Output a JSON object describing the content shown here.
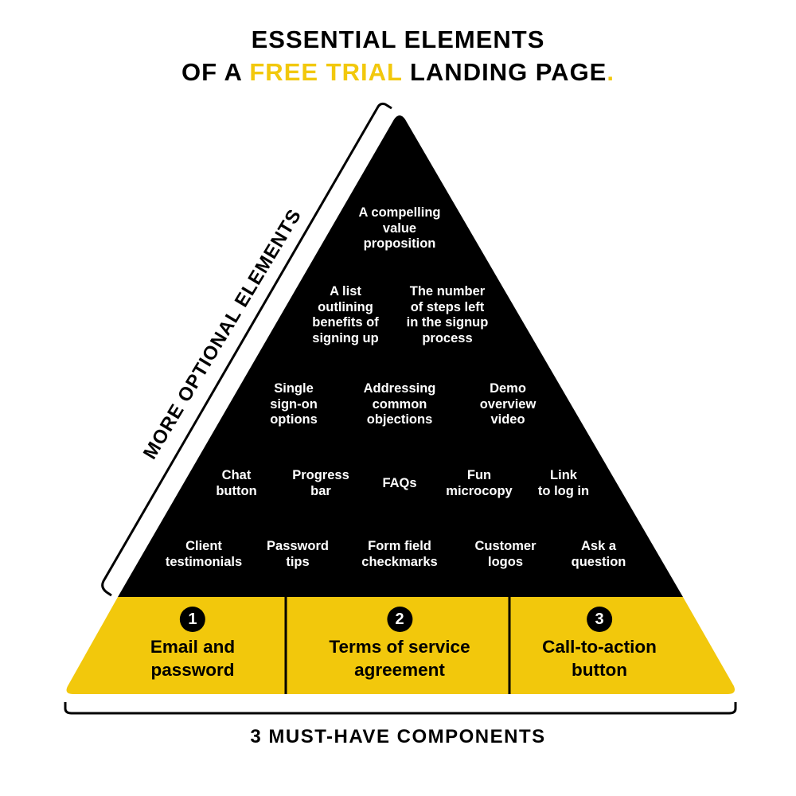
{
  "title": {
    "line1": "ESSENTIAL ELEMENTS",
    "line2_pre": "OF A ",
    "line2_highlight": "FREE TRIAL",
    "line2_post": " LANDING PAGE",
    "line2_dot": "."
  },
  "colors": {
    "accent": "#f2c80c",
    "pyramid": "#000000"
  },
  "side_label": "MORE OPTIONAL ELEMENTS",
  "optional": [
    [
      "A compelling",
      "value",
      "proposition"
    ],
    [
      "A list",
      "outlining",
      "benefits of",
      "signing up"
    ],
    [
      "The number",
      "of steps left",
      "in the signup",
      "process"
    ],
    [
      "Single",
      "sign-on",
      "options"
    ],
    [
      "Addressing",
      "common",
      "objections"
    ],
    [
      "Demo",
      "overview",
      "video"
    ],
    [
      "Chat",
      "button"
    ],
    [
      "Progress",
      "bar"
    ],
    [
      "FAQs"
    ],
    [
      "Fun",
      "microcopy"
    ],
    [
      "Link",
      "to log in"
    ],
    [
      "Client",
      "testimonials"
    ],
    [
      "Password",
      "tips"
    ],
    [
      "Form field",
      "checkmarks"
    ],
    [
      "Customer",
      "logos"
    ],
    [
      "Ask a",
      "question"
    ]
  ],
  "must_have": [
    {
      "num": "1",
      "lines": [
        "Email and",
        "password"
      ]
    },
    {
      "num": "2",
      "lines": [
        "Terms of service",
        "agreement"
      ]
    },
    {
      "num": "3",
      "lines": [
        "Call-to-action",
        "button"
      ]
    }
  ],
  "bottom_label": "3 MUST-HAVE COMPONENTS"
}
